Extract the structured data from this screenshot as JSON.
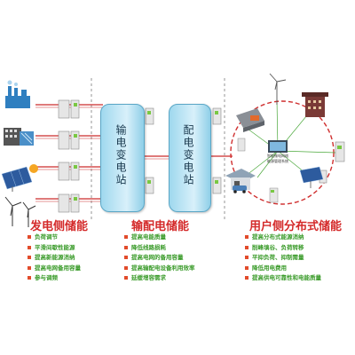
{
  "stations": {
    "transmission": "输电变电站",
    "distribution": "配电变电站"
  },
  "center_caption": [
    "智能微电网络",
    "能源管理系统"
  ],
  "sections": [
    {
      "title": "发电侧储能",
      "items": [
        "负荷调节",
        "平滑间歇性能源",
        "提高新能源消纳",
        "提高电网备用容量",
        "参与调频"
      ]
    },
    {
      "title": "输配电储能",
      "items": [
        "提高电能质量",
        "降低线路损耗",
        "提高电网的备用容量",
        "提高输配电设备利用效率",
        "延缓增容需求"
      ]
    },
    {
      "title": "用户侧分布式储能",
      "items": [
        "提高分布式能源消纳",
        "削峰填谷、负荷转移",
        "平抑负荷、抑制需量",
        "降低用电费用",
        "提高供电可靠性和电能质量"
      ]
    }
  ],
  "colors": {
    "line_red": "#cc2a2a",
    "title_red": "#d42a2a",
    "bullet_green": "#3a9b2a",
    "station_blue": "#8fcfe8"
  },
  "icons": [
    "power-plant-icon",
    "factory-icon",
    "hydro-dam-icon",
    "solar-panel-icon",
    "wind-turbine-icon",
    "battery-cabinet-icon",
    "house-icon",
    "car-icon",
    "container-icon",
    "building-icon"
  ]
}
